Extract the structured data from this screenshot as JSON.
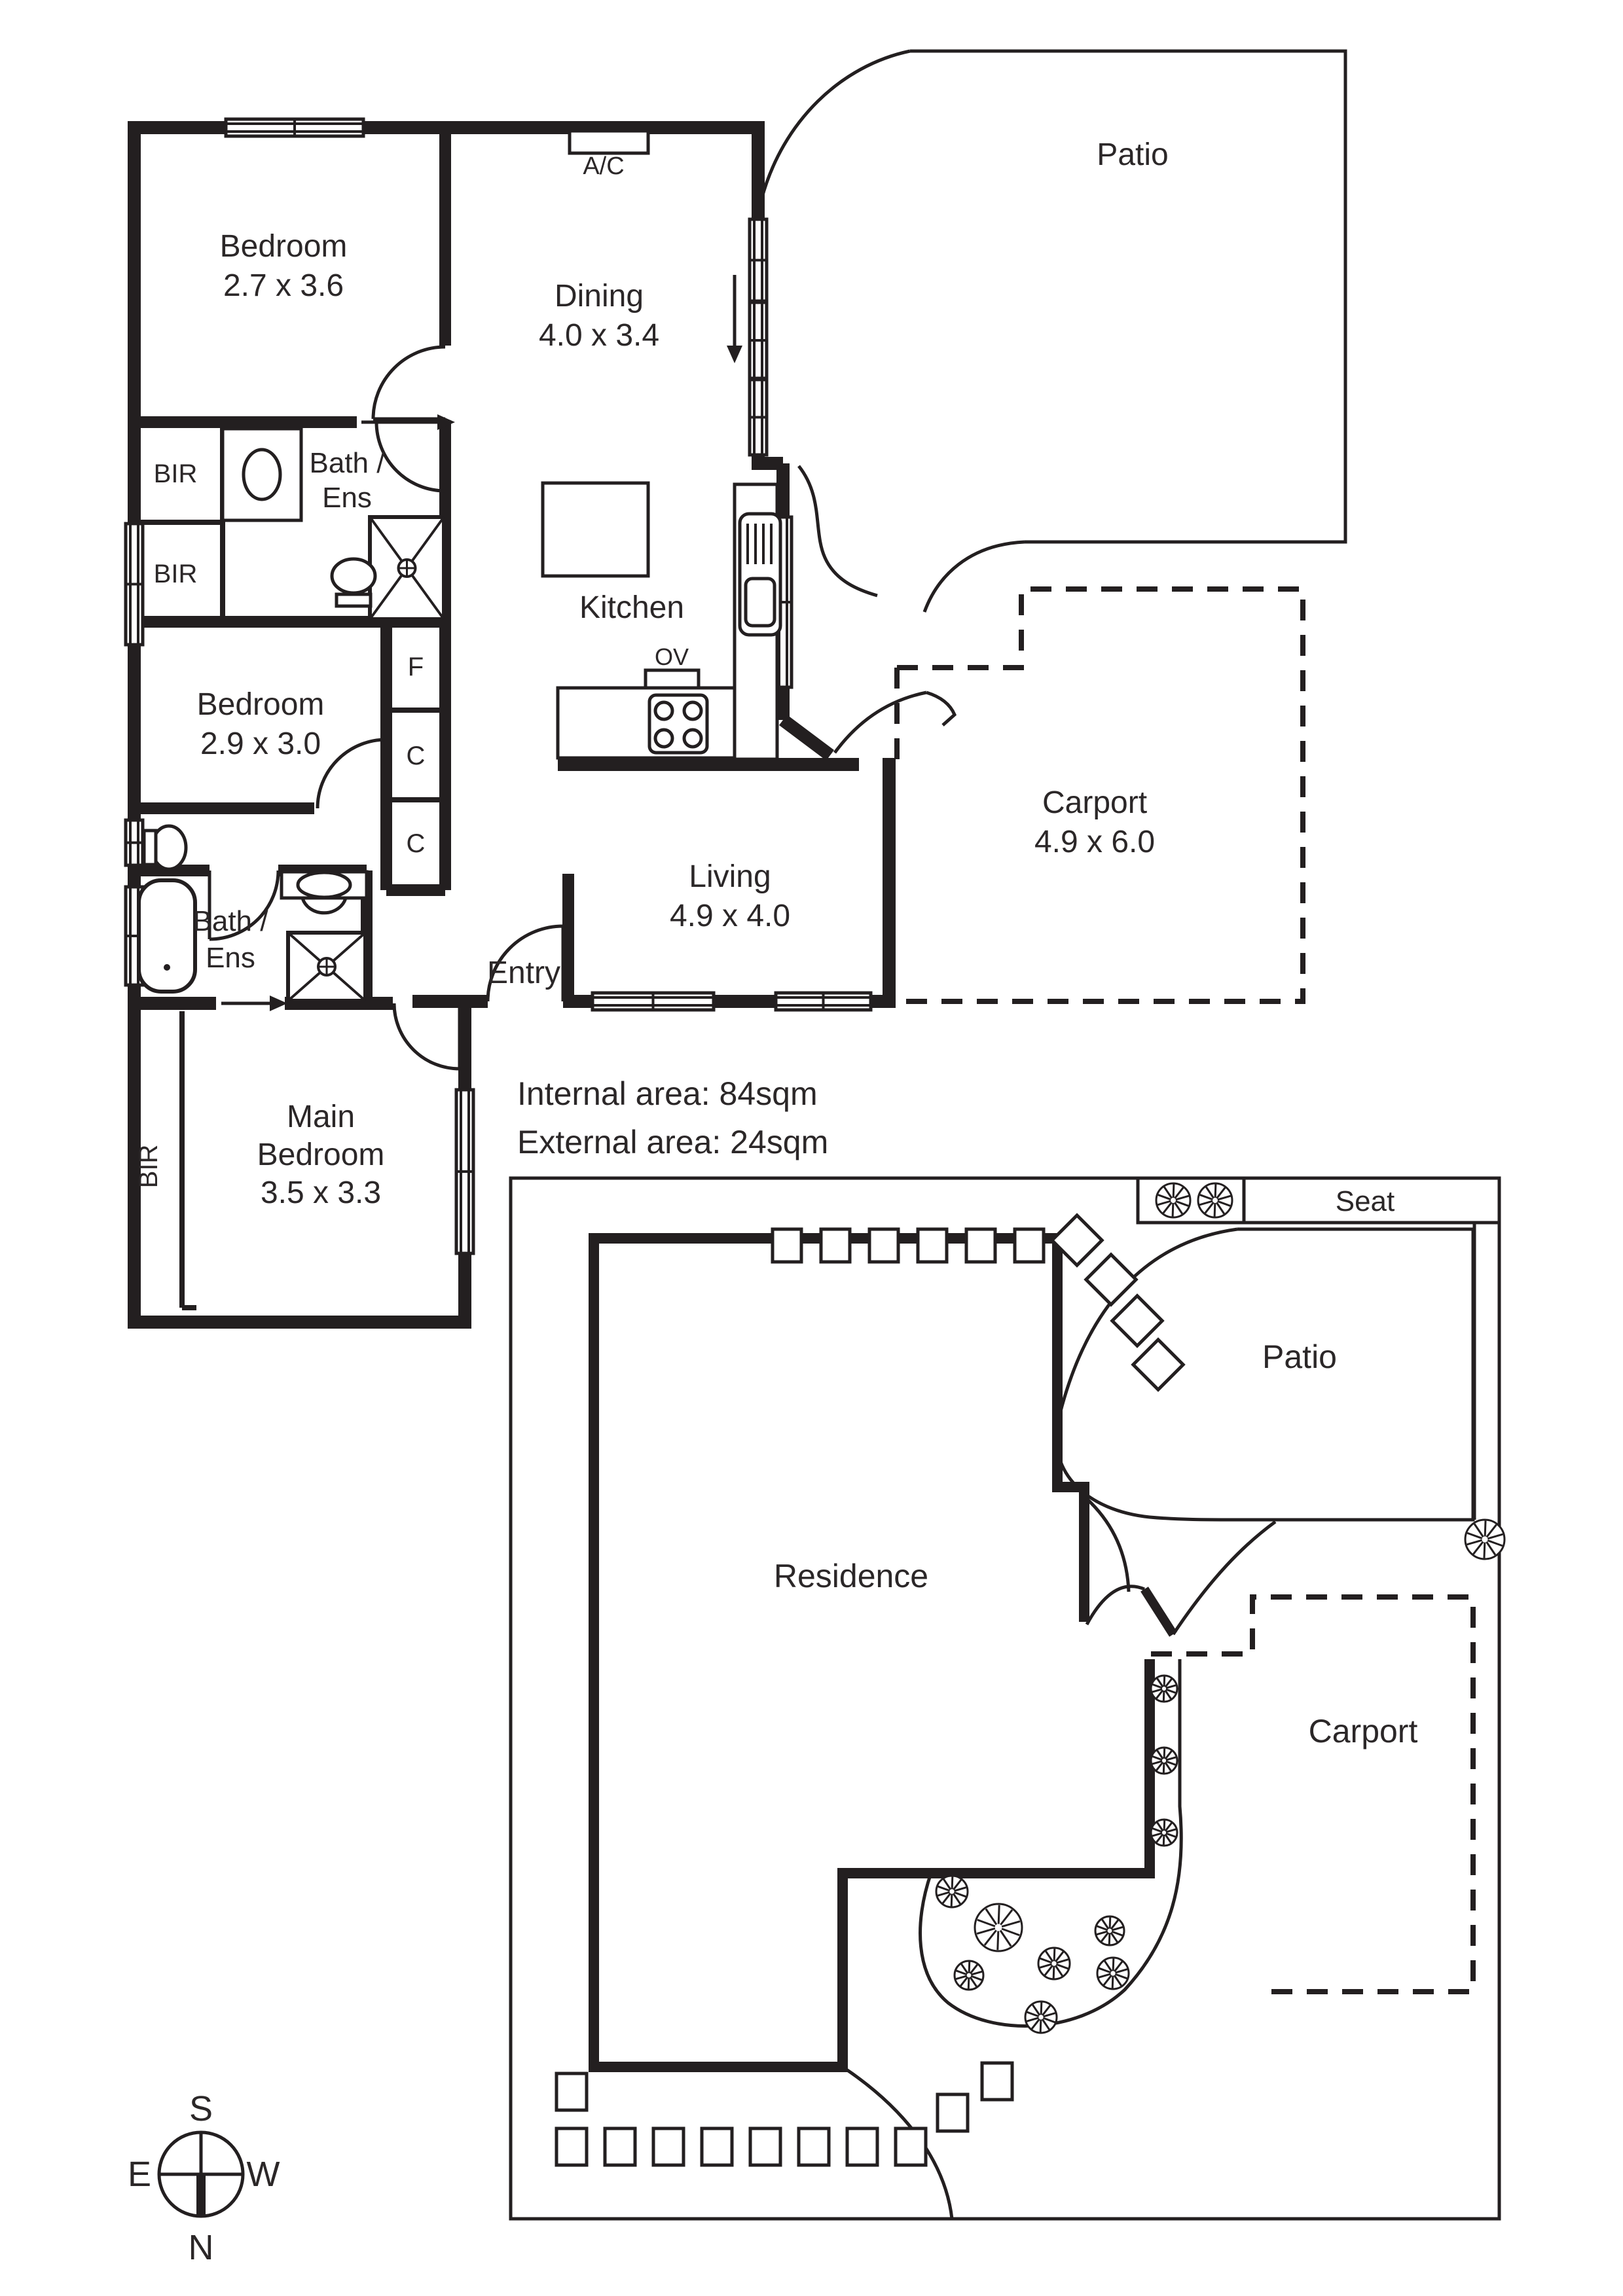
{
  "floor_plan": {
    "bedroom1": {
      "name": "Bedroom",
      "dims": "2.7 x 3.6"
    },
    "bedroom2": {
      "name": "Bedroom",
      "dims": "2.9 x 3.0"
    },
    "main_bedroom": {
      "line1": "Main",
      "line2": "Bedroom",
      "dims": "3.5 x 3.3"
    },
    "dining": {
      "name": "Dining",
      "dims": "4.0 x 3.4"
    },
    "kitchen": {
      "name": "Kitchen"
    },
    "living": {
      "name": "Living",
      "dims": "4.9 x 4.0"
    },
    "entry": {
      "name": "Entry"
    },
    "patio": {
      "name": "Patio"
    },
    "carport": {
      "name": "Carport",
      "dims": "4.9 x 6.0"
    },
    "bath_ens1": {
      "line1": "Bath /",
      "line2": "Ens"
    },
    "bath_ens2": {
      "line1": "Bath /",
      "line2": "Ens"
    },
    "bir1": "BIR",
    "bir2": "BIR",
    "bir3": "BIR",
    "fridge": "F",
    "cupboard1": "C",
    "cupboard2": "C",
    "ac_unit": "A/C",
    "oven": "OV",
    "areas": {
      "internal": "Internal area: 84sqm",
      "external": "External area: 24sqm"
    }
  },
  "site_plan": {
    "residence": "Residence",
    "patio": "Patio",
    "carport": "Carport",
    "seat": "Seat"
  },
  "compass": {
    "north": "N",
    "south": "S",
    "east": "E",
    "west": "W"
  },
  "icons": {
    "tree": "tree-icon",
    "shower": "shower-icon",
    "toilet": "toilet-icon",
    "basin": "basin-icon",
    "bathtub": "bathtub-icon",
    "sink": "sink-icon",
    "cooktop": "cooktop-icon",
    "window": "window-icon",
    "door-swing": "door-swing-icon",
    "paver": "paver-icon"
  },
  "colors": {
    "line": "#231f20",
    "background": "#ffffff"
  }
}
